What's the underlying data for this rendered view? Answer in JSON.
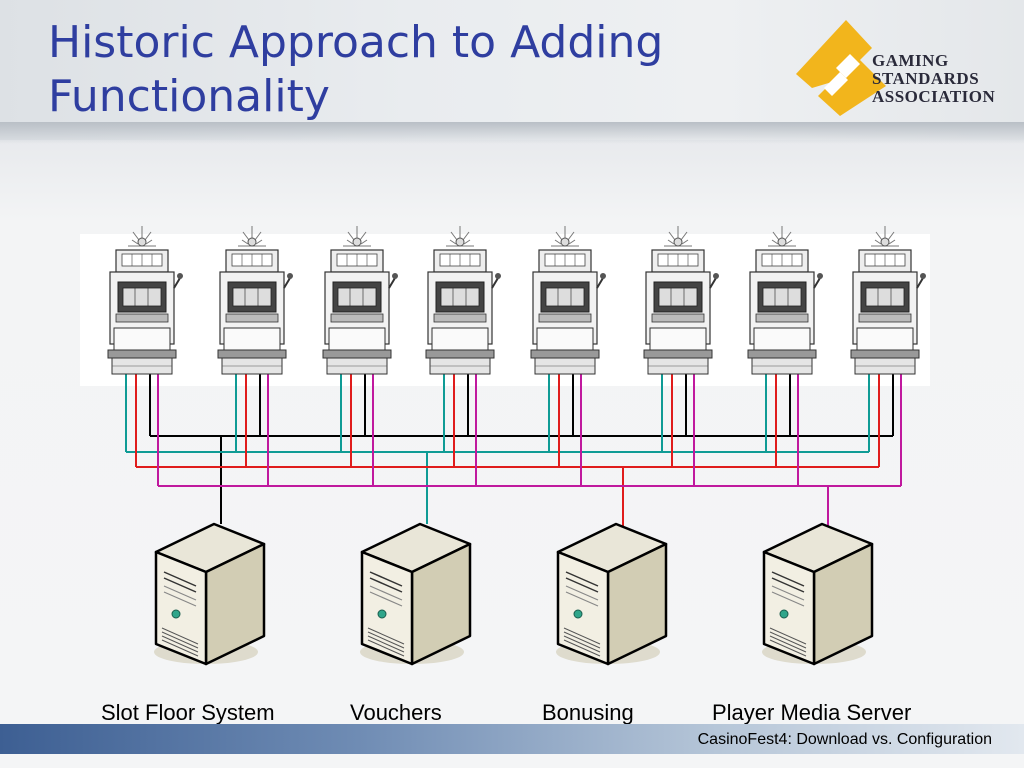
{
  "slide": {
    "title_line1": "Historic Approach to Adding",
    "title_line2": "Functionality",
    "footer": "CasinoFest4: Download vs. Configuration"
  },
  "logo": {
    "icon": "gsa-g3-logo-icon",
    "line1": "GAMING",
    "line2": "STANDARDS",
    "line3": "ASSOCIATION",
    "gold": "#f2b51c"
  },
  "slot_machines": {
    "count": 8,
    "icon": "slot-machine-icon"
  },
  "servers": [
    {
      "label": "Slot Floor System",
      "wire_color": "#000000"
    },
    {
      "label": "Vouchers",
      "wire_color": "#0f9b95"
    },
    {
      "label": "Bonusing",
      "wire_color": "#e01c1c"
    },
    {
      "label": "Player Media Server",
      "wire_color": "#c0189e"
    }
  ]
}
